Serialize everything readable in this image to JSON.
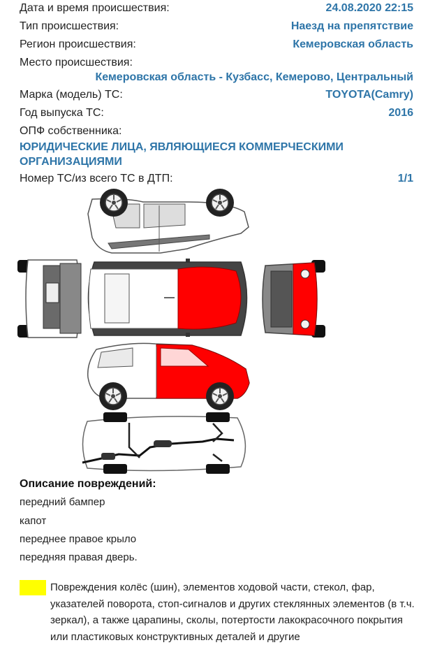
{
  "info": {
    "datetime_label": "Дата и время происшествия:",
    "datetime_value": "24.08.2020 22:15",
    "type_label": "Тип происшествия:",
    "type_value": "Наезд на препятствие",
    "region_label": "Регион происшествия:",
    "region_value": "Кемеровская область",
    "place_label": "Место происшествия:",
    "place_value": "Кемеровская область - Кузбасс, Кемерово, Центральный",
    "brand_label": "Марка (модель) ТС:",
    "brand_value": "TOYOTA(Camry)",
    "year_label": "Год выпуска ТС:",
    "year_value": "2016",
    "owner_label": "ОПФ собственника:",
    "owner_value": "ЮРИДИЧЕСКИЕ ЛИЦА, ЯВЛЯЮЩИЕСЯ КОММЕРЧЕСКИМИ ОРГАНИЗАЦИЯМИ",
    "number_label": "Номер ТС/из всего ТС в ДТП:",
    "number_value": "1/1"
  },
  "damage": {
    "title": "Описание повреждений:",
    "items": [
      "передний бампер",
      "капот",
      "переднее правое крыло",
      "передняя правая дверь."
    ]
  },
  "legend": {
    "color": "#ffff00",
    "text": "Повреждения колёс (шин), элементов ходовой части, стекол, фар, указателей поворота, стоп-сигналов и других стеклянных элементов (в т.ч. зеркал), а также царапины, сколы, потертости лакокрасочного покрытия или пластиковых конструктивных деталей и другие"
  },
  "diagram": {
    "damage_color": "#ff0000",
    "body_color": "#ffffff",
    "outline_color": "#555555",
    "dark_color": "#222222"
  }
}
